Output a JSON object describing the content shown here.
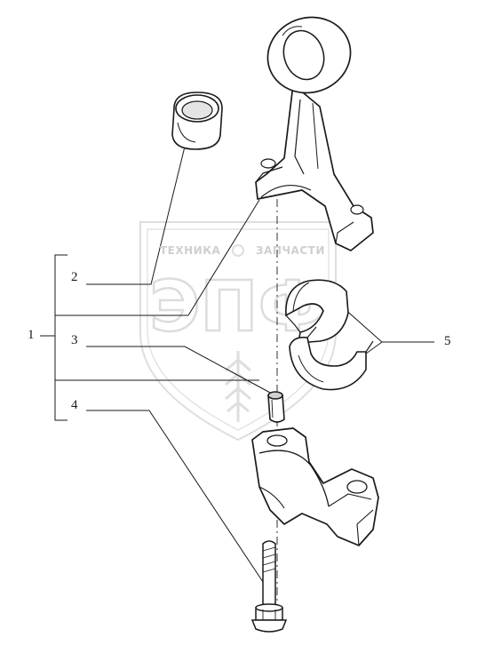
{
  "callouts": {
    "c1": "1",
    "c2": "2",
    "c3": "3",
    "c4": "4",
    "c5": "5"
  },
  "watermark": {
    "left_word": "ТЕХНИКА",
    "right_word": "ЗАПЧАСТИ",
    "logo": "ЭПФ"
  },
  "colors": {
    "line": "#1a1a1a",
    "part_fill": "#ffffff",
    "shade": "#bdbdbd",
    "watermark": "#d9d9d9"
  }
}
